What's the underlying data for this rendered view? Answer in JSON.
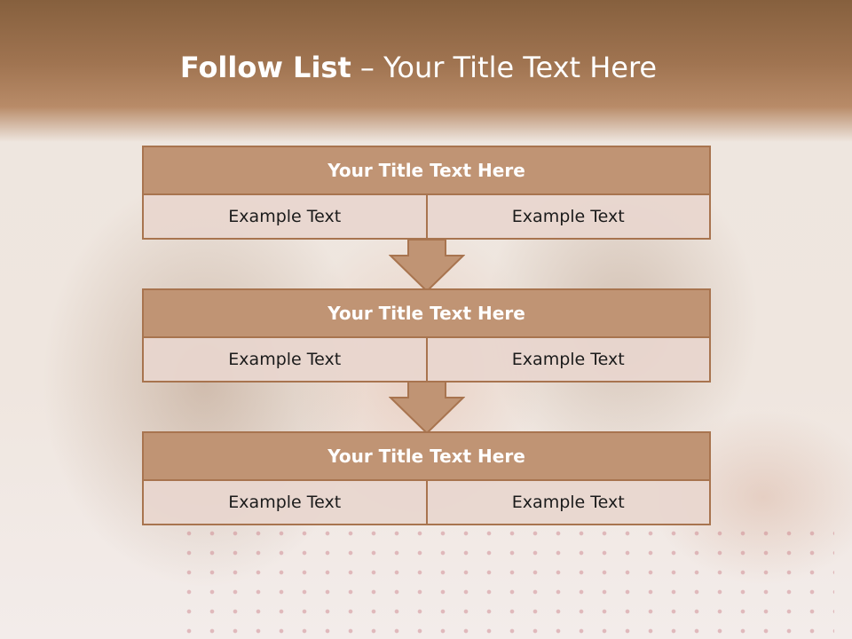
{
  "slide": {
    "title_strong": "Follow List",
    "title_rest": "– Your Title Text Here"
  },
  "steps": [
    {
      "title": "Your Title Text Here",
      "left": "Example Text",
      "right": "Example Text"
    },
    {
      "title": "Your Title Text Here",
      "left": "Example Text",
      "right": "Example Text"
    },
    {
      "title": "Your Title Text Here",
      "left": "Example Text",
      "right": "Example Text"
    }
  ],
  "colors": {
    "header_band": "#a07451",
    "box_fill": "#c09474",
    "box_border": "#a8744f",
    "cell_fill": "#e8d6ce",
    "arrow_fill": "#c09474"
  }
}
